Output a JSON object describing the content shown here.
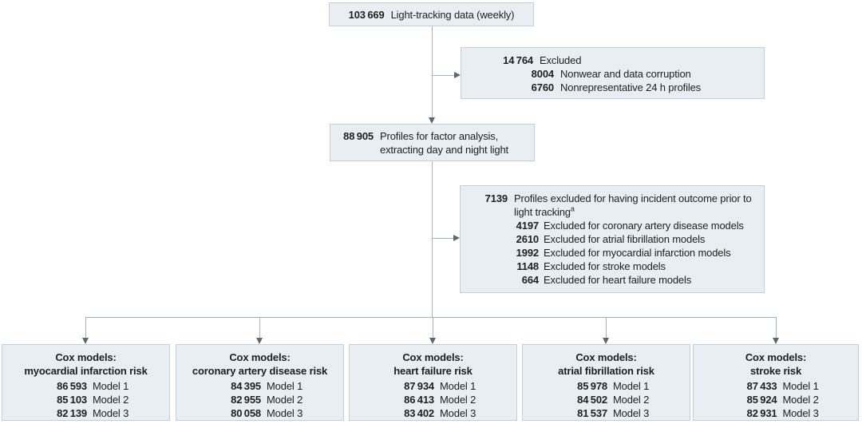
{
  "colors": {
    "box_fill": "#e9eef2",
    "box_border": "#c4ced4",
    "connector": "#a7b1b7",
    "arrowhead": "#5d676e",
    "text": "#1c2022"
  },
  "figure": {
    "top": {
      "value": "103 669",
      "label": "Light-tracking data (weekly)"
    },
    "exclusion_weekly": {
      "rows": [
        {
          "value": "14 764",
          "label": "Excluded"
        },
        {
          "value": "8004",
          "label": "Nonwear and data corruption"
        },
        {
          "value": "6760",
          "label": "Nonrepresentative 24 h profiles"
        }
      ]
    },
    "factor_analysis": {
      "value": "88 905",
      "label": "Profiles for factor analysis, extracting day and night light"
    },
    "exclusion_outcome": {
      "rows": [
        {
          "value": "7139",
          "label": "Profiles excluded for having incident outcome prior to light tracking",
          "sup": "a"
        },
        {
          "value": "4197",
          "label": "Excluded for coronary artery disease models"
        },
        {
          "value": "2610",
          "label": "Excluded for atrial fibrillation models"
        },
        {
          "value": "1992",
          "label": "Excluded for myocardial infarction models"
        },
        {
          "value": "1148",
          "label": "Excluded for stroke models"
        },
        {
          "value": "664",
          "label": "Excluded for heart failure models"
        }
      ]
    },
    "outcomes": [
      {
        "title1": "Cox models:",
        "title2": "myocardial infarction risk",
        "models": [
          {
            "value": "86 593",
            "label": "Model 1"
          },
          {
            "value": "85 103",
            "label": "Model 2"
          },
          {
            "value": "82 139",
            "label": "Model 3"
          }
        ]
      },
      {
        "title1": "Cox models:",
        "title2": "coronary artery disease risk",
        "models": [
          {
            "value": "84 395",
            "label": "Model 1"
          },
          {
            "value": "82 955",
            "label": "Model 2"
          },
          {
            "value": "80 058",
            "label": "Model 3"
          }
        ]
      },
      {
        "title1": "Cox models:",
        "title2": "heart failure risk",
        "models": [
          {
            "value": "87 934",
            "label": "Model 1"
          },
          {
            "value": "86 413",
            "label": "Model 2"
          },
          {
            "value": "83 402",
            "label": "Model 3"
          }
        ]
      },
      {
        "title1": "Cox models:",
        "title2": "atrial fibrillation risk",
        "models": [
          {
            "value": "85 978",
            "label": "Model 1"
          },
          {
            "value": "84 502",
            "label": "Model 2"
          },
          {
            "value": "81 537",
            "label": "Model 3"
          }
        ]
      },
      {
        "title1": "Cox models:",
        "title2": "stroke risk",
        "models": [
          {
            "value": "87 433",
            "label": "Model 1"
          },
          {
            "value": "85 924",
            "label": "Model 2"
          },
          {
            "value": "82 931",
            "label": "Model 3"
          }
        ]
      }
    ]
  }
}
